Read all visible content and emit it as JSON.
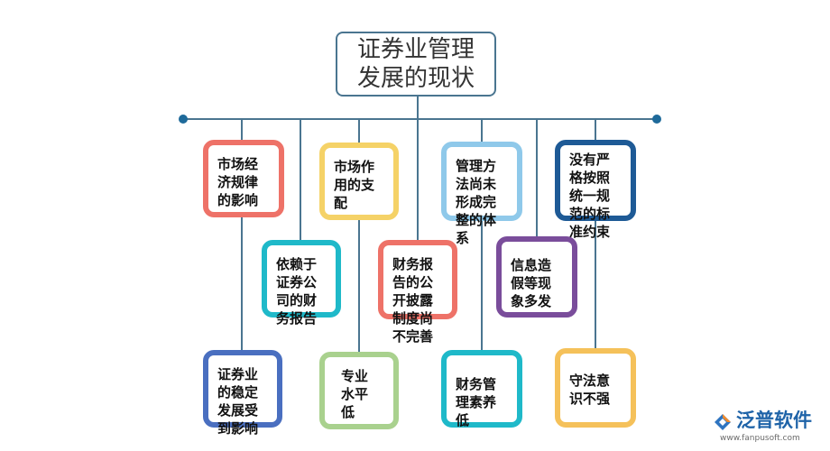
{
  "title": "证券业管理发展的现状",
  "nodes": [
    {
      "id": "n1",
      "text": "市场经济规律的影响",
      "color": "#ee7268"
    },
    {
      "id": "n2",
      "text": "依赖于证券公司的财务报告",
      "color": "#1fb9c9"
    },
    {
      "id": "n3",
      "text": "证券业的稳定发展受到影响",
      "color": "#4a6fc0"
    },
    {
      "id": "n4",
      "text": "市场作用的支配",
      "color": "#f5d267"
    },
    {
      "id": "n5",
      "text": "专业水平低",
      "color": "#a9d18e"
    },
    {
      "id": "n6",
      "text": "财务报告的公开披露制度尚不完善",
      "color": "#ee7268"
    },
    {
      "id": "n7",
      "text": "管理方法尚未形成完整的体系",
      "color": "#8fc9ea"
    },
    {
      "id": "n8",
      "text": "财务管理素养低",
      "color": "#1fb9c9"
    },
    {
      "id": "n9",
      "text": "信息造假等现象多发",
      "color": "#7a4d9b"
    },
    {
      "id": "n10",
      "text": "没有严格按照统一规范的标准约束",
      "color": "#1e5a96"
    },
    {
      "id": "n11",
      "text": "守法意识不强",
      "color": "#f5c15a"
    }
  ],
  "colors": {
    "trunk": "#4a7590",
    "branch": "#4a7590"
  },
  "logo": {
    "name": "泛普软件",
    "url": "www.fanpusoft.com",
    "icon": "fanpu-logo-icon"
  }
}
